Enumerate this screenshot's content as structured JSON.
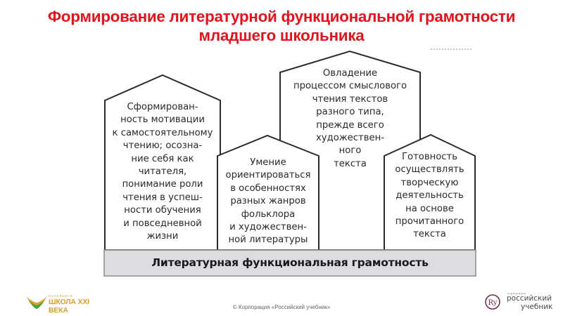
{
  "title": {
    "line1": "Формирование литературной функциональной грамотности",
    "line2": "младшего школьника"
  },
  "diagram": {
    "foundation": "Литературная функциональная грамотность",
    "houses": [
      {
        "id": "motivation",
        "text": "Сформирован-\nность мотивации\nк самостоятельному\nчтению; осозна-\nние себя как\nчитателя,\nпонимание роли\nчтения в успеш-\nности обучения\nи повседневной\nжизни"
      },
      {
        "id": "genres",
        "text": "Умение\nориентироваться\nв особенностях\nразных жанров\nфольклора\nи художествен-\nной литературы"
      },
      {
        "id": "semantic-reading",
        "text": "Овладение\nпроцессом смыслового\nчтения текстов\nразного типа,\nпрежде всего\nхудожествен-\nного\nтекста"
      },
      {
        "id": "creative",
        "text": "Готовность\nосуществлять\nтворческую\nдеятельность\nна основе\nпрочитанного\nтекста"
      }
    ],
    "colors": {
      "stroke": "#2b2b2b",
      "foundation_fill": "#dcdde0",
      "foundation_stroke": "#8a8a8a"
    }
  },
  "footer": {
    "copyright": "© Корпорация «Российский учебник»",
    "logo_left": {
      "small": "НАЧАЛЬНАЯ",
      "big": "ШКОЛА XXI ВЕКА"
    },
    "logo_right": {
      "small": "корпорация",
      "line1": "российский",
      "line2": "учебник",
      "badge": "Ry"
    }
  },
  "colors": {
    "title": "#e0141c",
    "logo_gold": "#d6a12e",
    "logo_green": "#4aa23a"
  }
}
